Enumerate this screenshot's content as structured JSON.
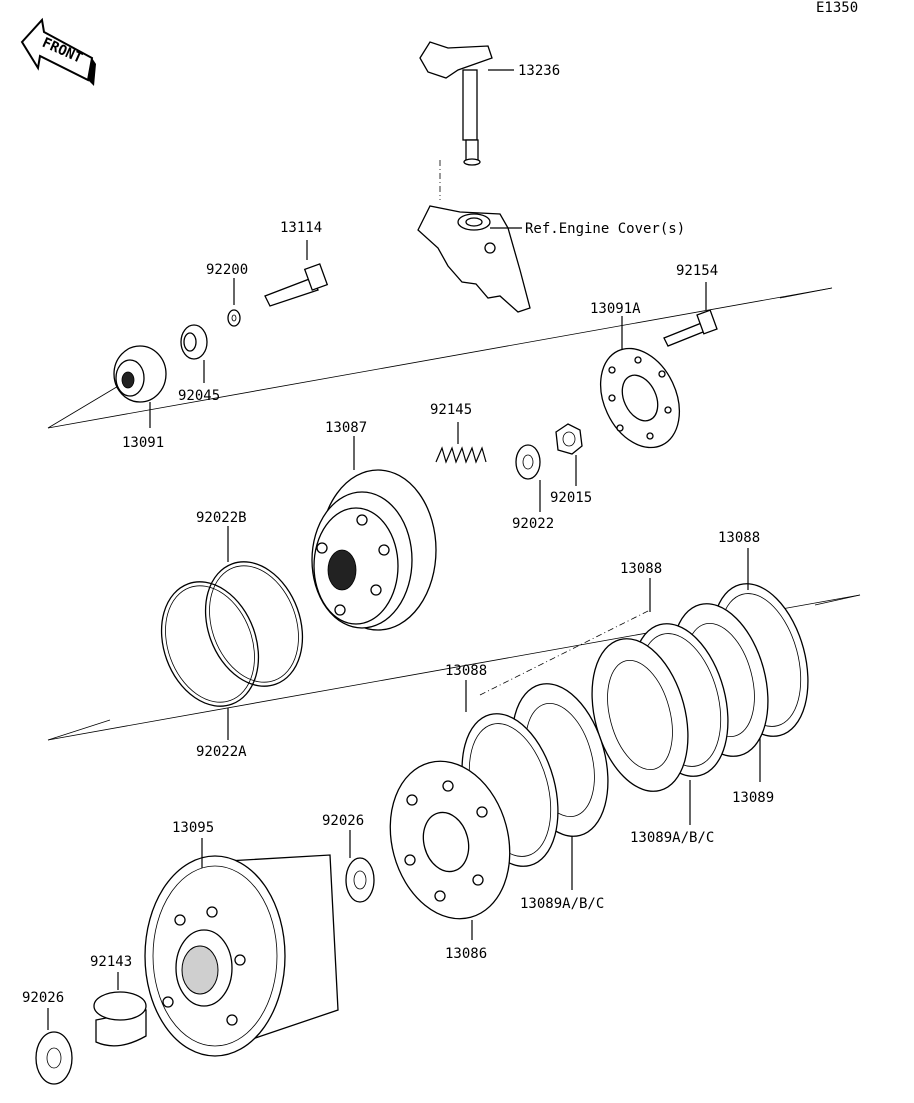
{
  "diagram_code": "E1350",
  "front_label": "FRONT",
  "parts": {
    "p13236": "13236",
    "ref_cover": "Ref.Engine Cover(s)",
    "p13114": "13114",
    "p92200": "92200",
    "p92045": "92045",
    "p13091": "13091",
    "p92154": "92154",
    "p13091A": "13091A",
    "p92145": "92145",
    "p13087": "13087",
    "p92022": "92022",
    "p92015": "92015",
    "p92022B": "92022B",
    "p92022A": "92022A",
    "p13088_a": "13088",
    "p13088_b": "13088",
    "p13088_c": "13088",
    "p13089": "13089",
    "p13089ABC_a": "13089A/B/C",
    "p13089ABC_b": "13089A/B/C",
    "p13095": "13095",
    "p92026_a": "92026",
    "p13086": "13086",
    "p92143": "92143",
    "p92026_b": "92026"
  }
}
